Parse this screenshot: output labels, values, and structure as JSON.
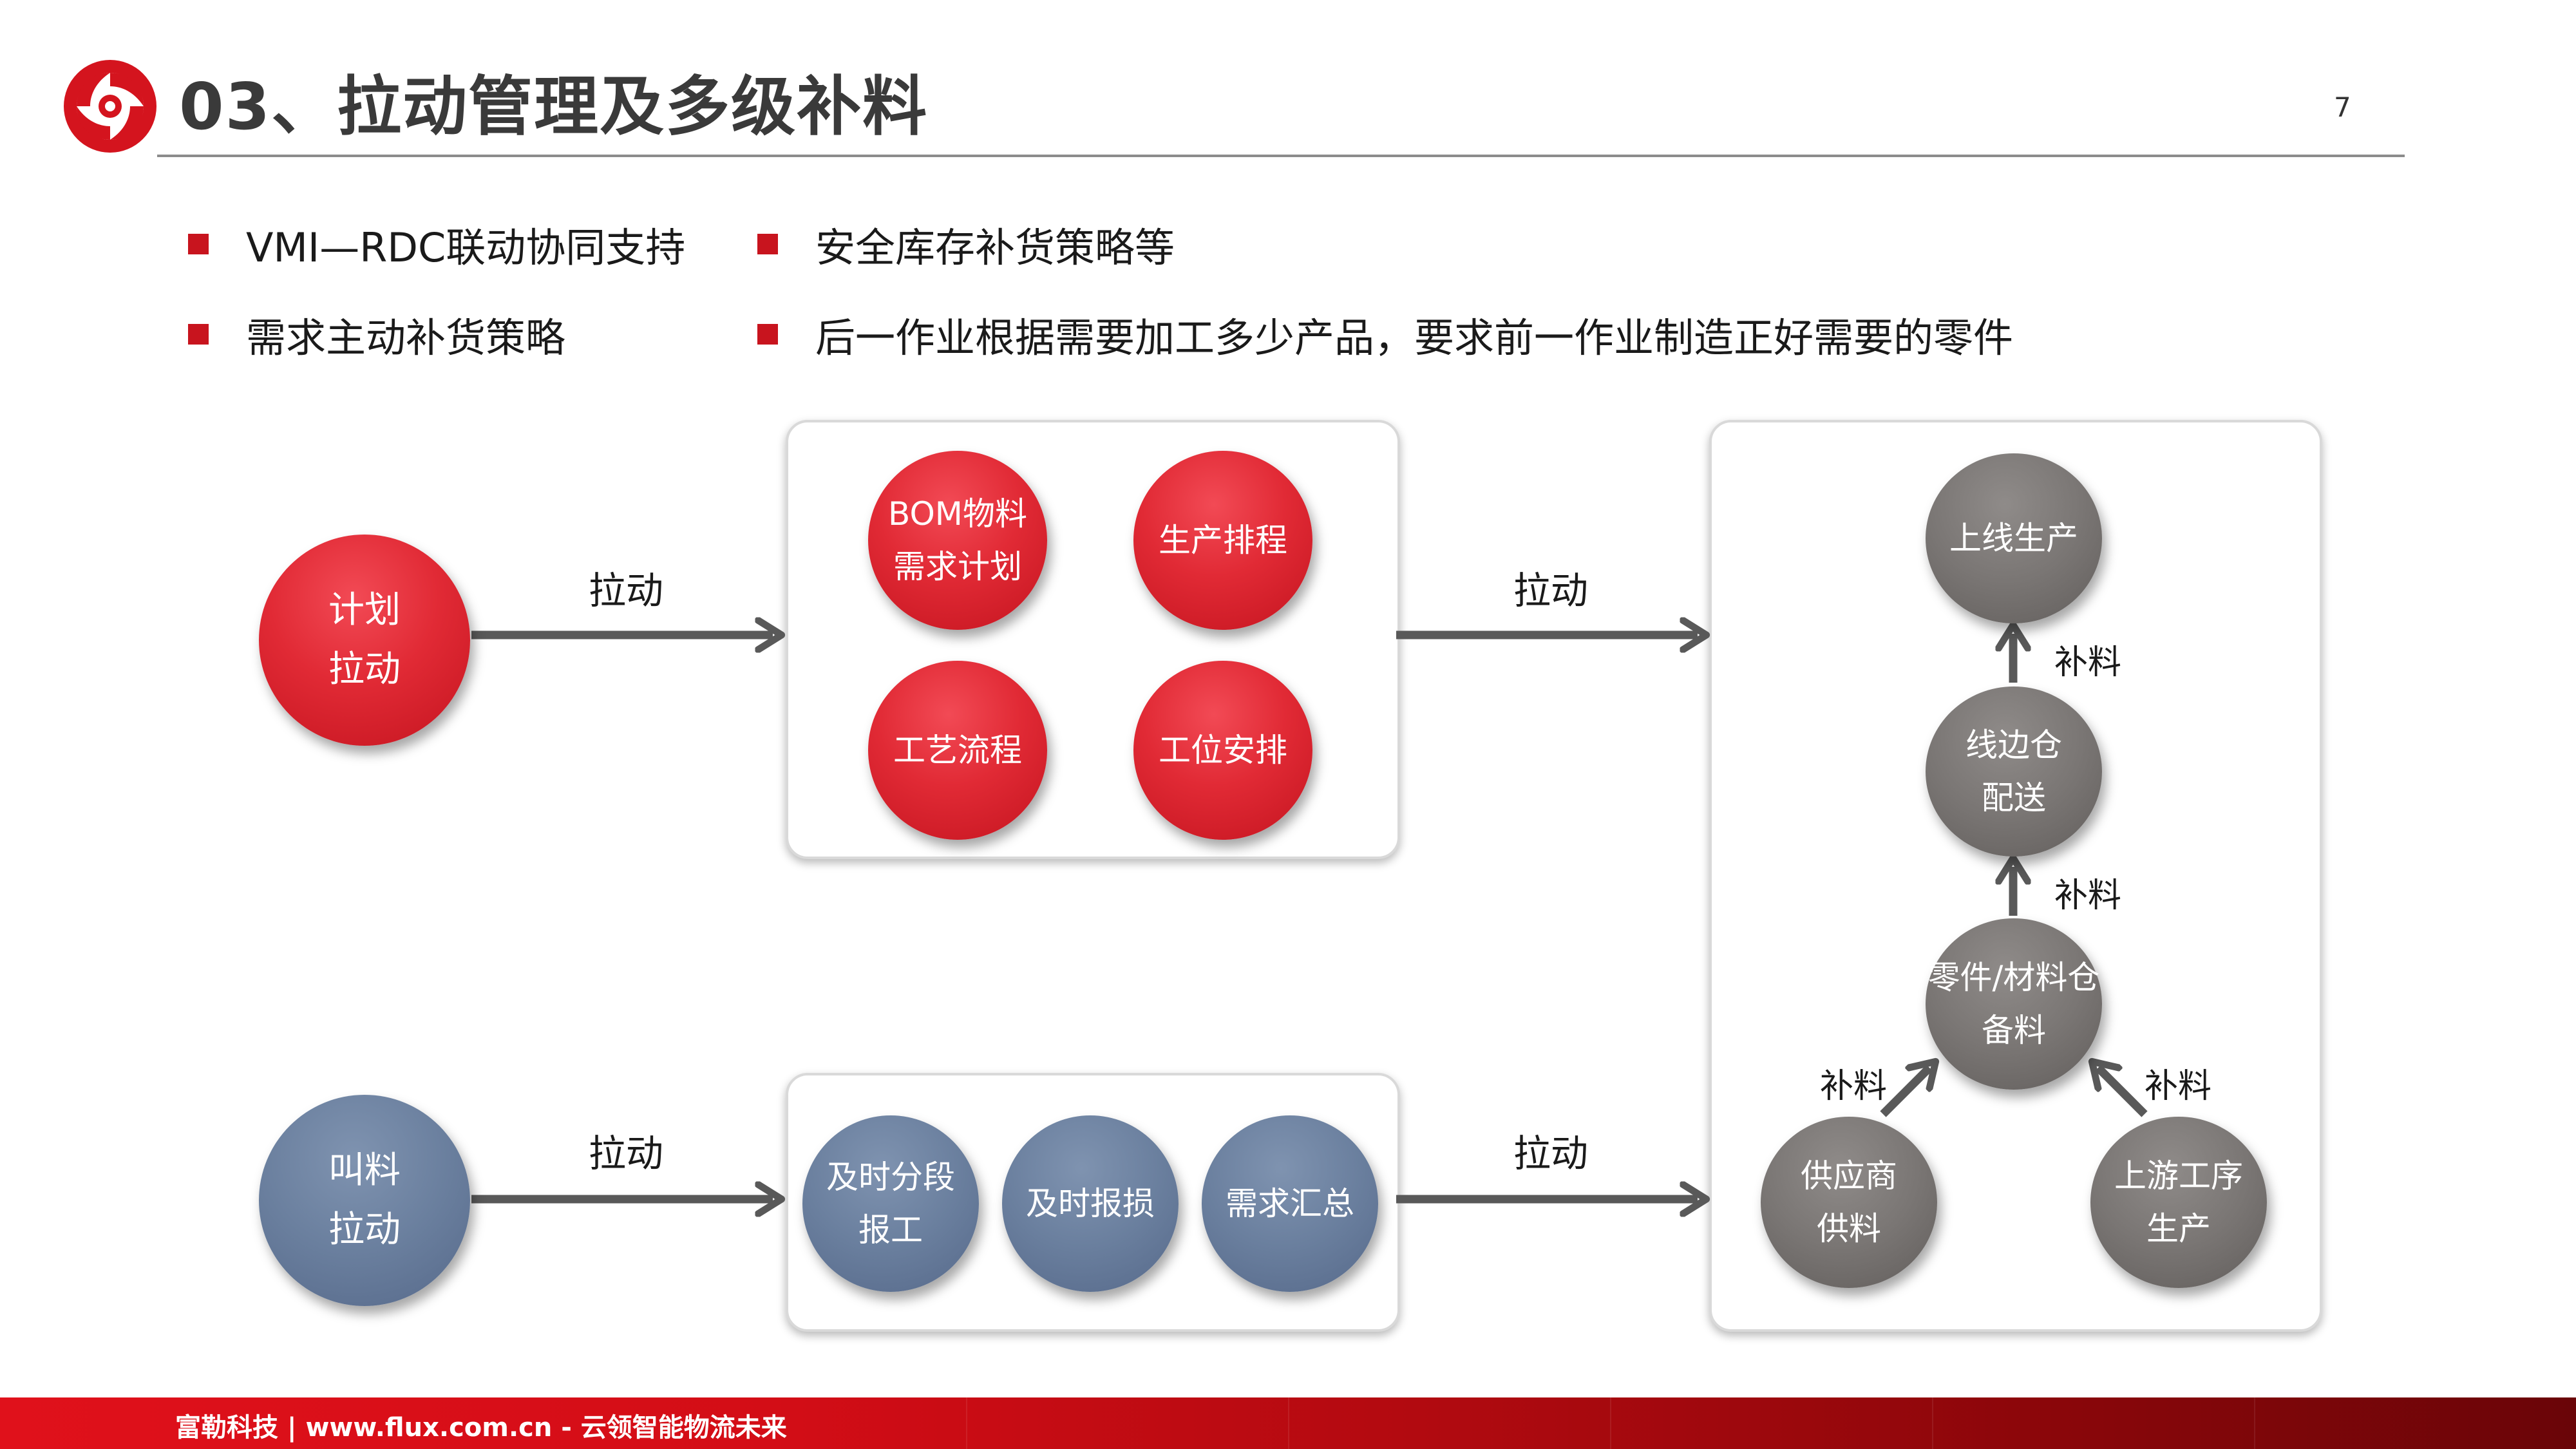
{
  "header": {
    "title": "03、拉动管理及多级补料",
    "page_number": "7"
  },
  "bullets": [
    {
      "text": "VMI—RDC联动协同支持"
    },
    {
      "text": "安全库存补货策略等"
    },
    {
      "text": "需求主动补货策略"
    },
    {
      "text": "后一作业根据需要加工多少产品，要求前一作业制造正好需要的零件"
    }
  ],
  "plan_pull": {
    "circle": {
      "line1": "计划",
      "line2": "拉动"
    },
    "arrow_label_left": "拉动",
    "arrow_label_right": "拉动",
    "items": [
      {
        "line1": "BOM物料",
        "line2": "需求计划"
      },
      {
        "line1": "生产排程"
      },
      {
        "line1": "工艺流程"
      },
      {
        "line1": "工位安排"
      }
    ]
  },
  "call_pull": {
    "circle": {
      "line1": "叫料",
      "line2": "拉动"
    },
    "arrow_label_left": "拉动",
    "arrow_label_right": "拉动",
    "items": [
      {
        "line1": "及时分段",
        "line2": "报工"
      },
      {
        "line1": "及时报损"
      },
      {
        "line1": "需求汇总"
      }
    ]
  },
  "supply": {
    "online": "上线生产",
    "lineside": {
      "line1": "线边仓",
      "line2": "配送"
    },
    "warehouse": {
      "line1": "零件/材料仓",
      "line2": "备料"
    },
    "supplier": {
      "line1": "供应商",
      "line2": "供料"
    },
    "upstream": {
      "line1": "上游工序",
      "line2": "生产"
    },
    "replenish_label": "补料"
  },
  "footer": {
    "text": "富勒科技 | www.flux.com.cn  -  云领智能物流未来"
  },
  "colors": {
    "accent_red": "#c8141e",
    "red_circle": "#e12a35",
    "blue_circle": "#6a7f9e",
    "gray_circle": "#7a7674",
    "footer_red": "#d30d16"
  }
}
